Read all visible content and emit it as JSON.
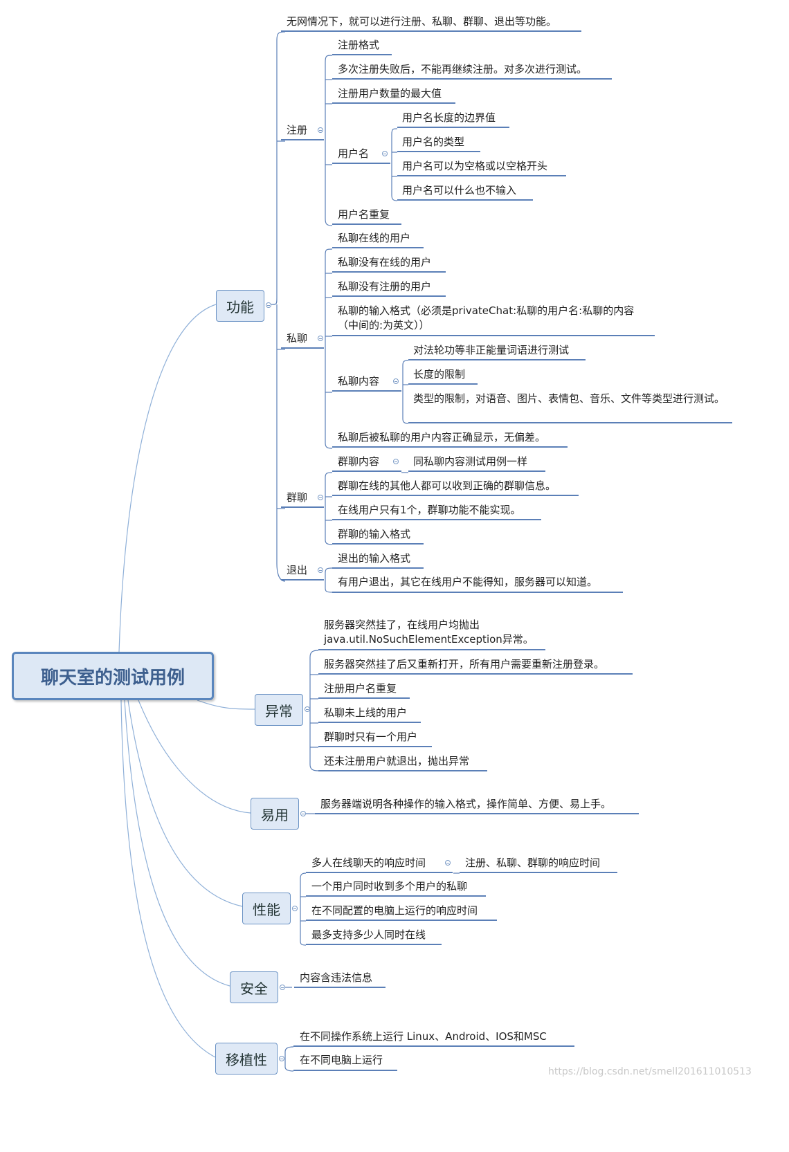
{
  "title": "聊天室的测试用例",
  "colors": {
    "accent_line": "#5b7fb7",
    "node_fill": "#dfe9f6",
    "root_fill": "#dde8f5"
  },
  "branches": {
    "func": {
      "label": "功能",
      "register": {
        "label": "注册",
        "items": [
          "注册格式",
          "多次注册失败后，不能再继续注册。对多次进行测试。",
          "注册用户数量的最大值",
          "用户名重复"
        ],
        "username": {
          "label": "用户名",
          "items": [
            "用户名长度的边界值",
            "用户名的类型",
            "用户名可以为空格或以空格开头",
            "用户名可以什么也不输入"
          ]
        }
      },
      "private": {
        "label": "私聊",
        "items": [
          "私聊在线的用户",
          "私聊没有在线的用户",
          "私聊没有注册的用户",
          "私聊的输入格式（必须是privateChat:私聊的用户名:私聊的内容（中间的:为英文））",
          "私聊后被私聊的用户内容正确显示，无偏差。"
        ],
        "content": {
          "label": "私聊内容",
          "items": [
            "对法轮功等非正能量词语进行测试",
            "长度的限制",
            "类型的限制，对语音、图片、表情包、音乐、文件等类型进行测试。"
          ]
        }
      },
      "group": {
        "label": "群聊",
        "content_label": "群聊内容",
        "content_item": "同私聊内容测试用例一样",
        "items": [
          "群聊在线的其他人都可以收到正确的群聊信息。",
          "在线用户只有1个，群聊功能不能实现。",
          "群聊的输入格式"
        ]
      },
      "exit": {
        "label": "退出",
        "items": [
          "退出的输入格式",
          "有用户退出，其它在线用户不能得知，服务器可以知道。"
        ]
      },
      "no_network": "无网情况下，就可以进行注册、私聊、群聊、退出等功能。"
    },
    "exception": {
      "label": "异常",
      "items": [
        "服务器突然挂了，在线用户均抛出java.util.NoSuchElementException异常。",
        "服务器突然挂了后又重新打开，所有用户需要重新注册登录。",
        "注册用户名重复",
        "私聊未上线的用户",
        "群聊时只有一个用户",
        "还未注册用户就退出，抛出异常"
      ]
    },
    "usability": {
      "label": "易用",
      "items": [
        "服务器端说明各种操作的输入格式，操作简单、方便、易上手。"
      ]
    },
    "performance": {
      "label": "性能",
      "multi_label": "多人在线聊天的响应时间",
      "multi_item": "注册、私聊、群聊的响应时间",
      "items": [
        "一个用户同时收到多个用户的私聊",
        "在不同配置的电脑上运行的响应时间",
        "最多支持多少人同时在线"
      ]
    },
    "security": {
      "label": "安全",
      "items": [
        "内容含违法信息"
      ]
    },
    "portability": {
      "label": "移植性",
      "items": [
        "在不同操作系统上运行  Linux、Android、IOS和MSC",
        "在不同电脑上运行"
      ]
    }
  },
  "watermark": "https://blog.csdn.net/smell201611010513"
}
